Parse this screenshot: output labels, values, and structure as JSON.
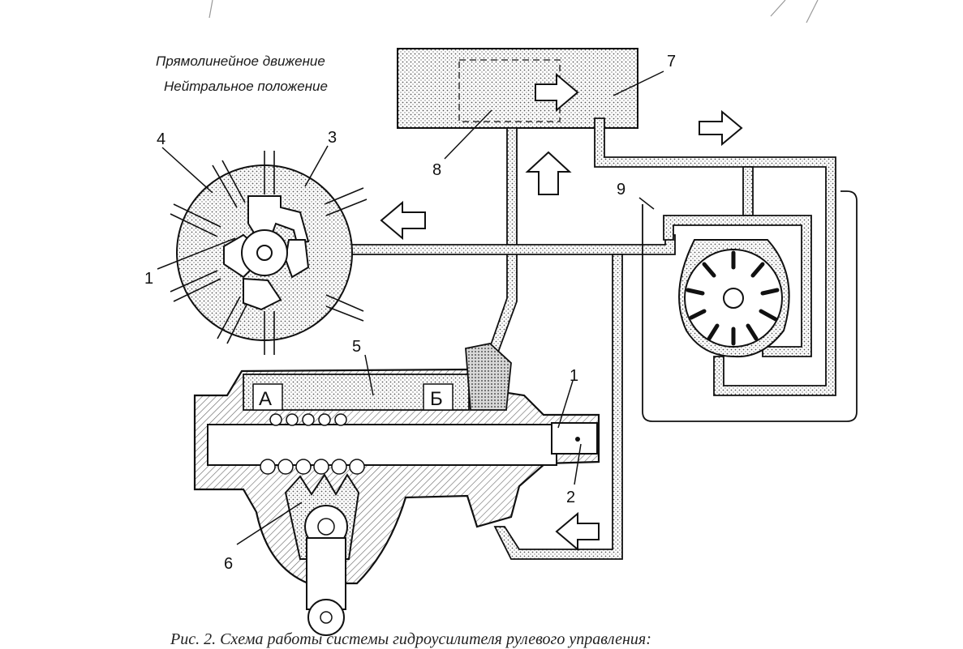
{
  "mode": {
    "line1": "Прямолинейное движение",
    "line2": "Нейтральное положение"
  },
  "callouts": {
    "n1_valve": "1",
    "n1_gear": "1",
    "n2": "2",
    "n3": "3",
    "n4": "4",
    "n5": "5",
    "n6": "6",
    "n7": "7",
    "n8": "8",
    "n9": "9"
  },
  "chambers": {
    "a": "А",
    "b": "Б"
  },
  "caption": "Рис. 2. Схема работы системы гидроусилителя рулевого управления:"
}
